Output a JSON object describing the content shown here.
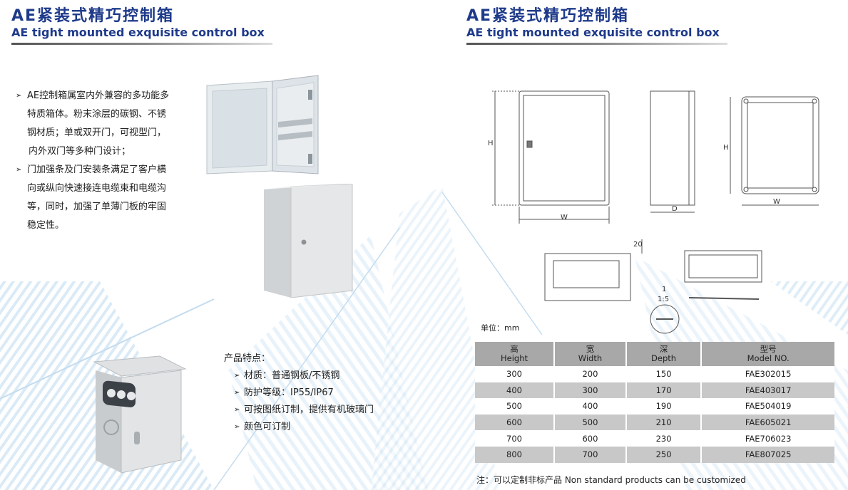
{
  "left": {
    "heading_zh": "AE紧装式精巧控制箱",
    "heading_en": "AE tight mounted exquisite control box",
    "description": [
      "AE控制箱属室内外兼容的多功能多特质箱体。粉末涂层的碳钢、不锈钢材质；单或双开门，可视型门，内外双门等多种门设计；",
      "门加强条及门安装条满足了客户横向或纵向快速接连电缆束和电缆沟等，同时，加强了单薄门板的牢固稳定性。"
    ],
    "description_lines": [
      [
        "AE控制箱属室内外兼容的多功能多",
        "特质箱体。粉末涂层的碳钢、不锈",
        "钢材质；单或双开门，可视型门，",
        "内外双门等多种门设计；"
      ],
      [
        "门加强条及门安装条满足了客户横",
        "向或纵向快速接连电缆束和电缆沟",
        "等，同时，加强了单薄门板的牢固",
        "稳定性。"
      ]
    ],
    "features_title": "产品特点：",
    "features": [
      "材质：普通钢板/不锈钢",
      "防护等级：IP55/IP67",
      "可按图纸订制，提供有机玻璃门",
      "颜色可订制"
    ]
  },
  "right": {
    "heading_zh": "AE紧装式精巧控制箱",
    "heading_en": "AE tight mounted exquisite control box",
    "drawing_labels": {
      "h1": "H",
      "w1": "W",
      "d": "D",
      "h2": "H",
      "w2": "W",
      "dim20": "20",
      "ratio_top": "1",
      "ratio_bottom": "1:5"
    },
    "unit": "单位：mm",
    "table": {
      "headers": [
        {
          "zh": "高",
          "en": "Height"
        },
        {
          "zh": "宽",
          "en": "Width"
        },
        {
          "zh": "深",
          "en": "Depth"
        },
        {
          "zh": "型号",
          "en": "Model NO."
        }
      ],
      "rows": [
        [
          "300",
          "200",
          "150",
          "FAE302015"
        ],
        [
          "400",
          "300",
          "170",
          "FAE403017"
        ],
        [
          "500",
          "400",
          "190",
          "FAE504019"
        ],
        [
          "600",
          "500",
          "210",
          "FAE605021"
        ],
        [
          "700",
          "600",
          "230",
          "FAE706023"
        ],
        [
          "800",
          "700",
          "250",
          "FAE807025"
        ]
      ]
    },
    "note": "注：可以定制非标产品 Non standard products can be customized"
  },
  "colors": {
    "heading": "#1e3a8a",
    "table_header": "#a8a8a8",
    "table_alt_row": "#c8c8c8",
    "background_accent": "#cfe3f3"
  }
}
